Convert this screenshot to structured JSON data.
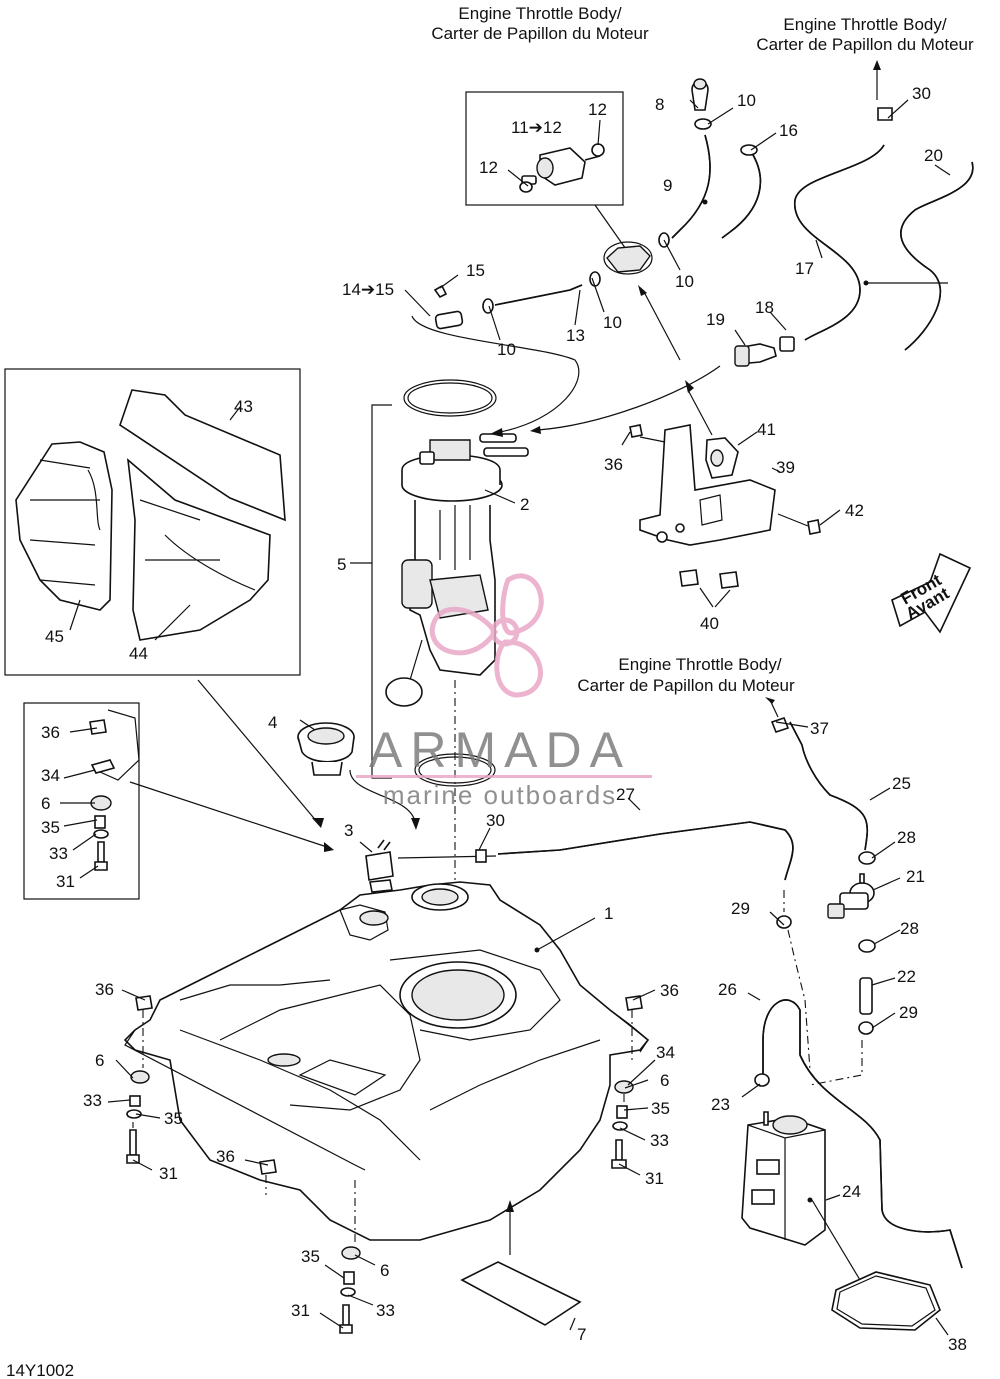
{
  "diagram_code": "14Y1002",
  "destination_labels": {
    "top_left": [
      "Engine Throttle Body/",
      "Carter de Papillon du Moteur"
    ],
    "top_right": [
      "Engine Throttle Body/",
      "Carter de Papillon du Moteur"
    ],
    "middle_right": [
      "Engine Throttle Body/",
      "Carter de Papillon du Moteur"
    ]
  },
  "front_badge": [
    "Front",
    "Avant"
  ],
  "watermark": {
    "brand": "ARMADA",
    "tagline": "marine outboards"
  },
  "part_numbers": {
    "p1": "1",
    "p2": "2",
    "p3": "3",
    "p4": "4",
    "p5": "5",
    "p6a": "6",
    "p6b": "6",
    "p6c": "6",
    "p6d": "6",
    "p7": "7",
    "p8": "8",
    "p9": "9",
    "p10a": "10",
    "p10b": "10",
    "p10c": "10",
    "p10d": "10",
    "p11_12": "11➔12",
    "p12a": "12",
    "p12b": "12",
    "p13": "13",
    "p14_15": "14➔15",
    "p15": "15",
    "p16": "16",
    "p17": "17",
    "p18": "18",
    "p19": "19",
    "p20": "20",
    "p21": "21",
    "p22": "22",
    "p23": "23",
    "p24": "24",
    "p25": "25",
    "p26": "26",
    "p27": "27",
    "p28a": "28",
    "p28b": "28",
    "p29a": "29",
    "p29b": "29",
    "p30a": "30",
    "p30b": "30",
    "p31a": "31",
    "p31b": "31",
    "p31c": "31",
    "p31d": "31",
    "p33a": "33",
    "p33b": "33",
    "p33c": "33",
    "p33d": "33",
    "p34a": "34",
    "p34b": "34",
    "p35a": "35",
    "p35b": "35",
    "p35c": "35",
    "p35d": "35",
    "p36a": "36",
    "p36b": "36",
    "p36c": "36",
    "p36d": "36",
    "p36e": "36",
    "p37": "37",
    "p38": "38",
    "p39": "39",
    "p40": "40",
    "p41": "41",
    "p42": "42",
    "p43": "43",
    "p44": "44",
    "p45": "45"
  }
}
